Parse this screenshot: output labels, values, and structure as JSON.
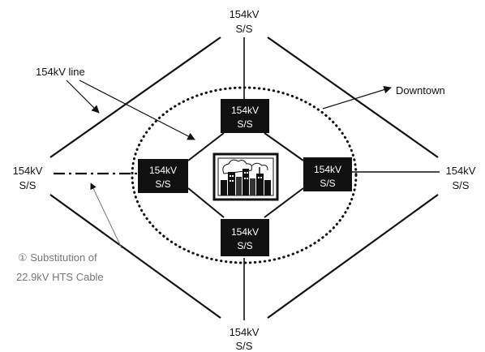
{
  "diagram": {
    "outer_substations": {
      "top": [
        "154kV",
        "S/S"
      ],
      "bottom": [
        "154kV",
        "S/S"
      ],
      "left": [
        "154kV",
        "S/S"
      ],
      "right": [
        "154kV",
        "S/S"
      ]
    },
    "inner_substations": {
      "top": [
        "154kV",
        "S/S"
      ],
      "bottom": [
        "154kV",
        "S/S"
      ],
      "left": [
        "154kV",
        "S/S"
      ],
      "right": [
        "154kV",
        "S/S"
      ]
    },
    "labels": {
      "line": "154kV line",
      "downtown": "Downtown",
      "substitution_line1": "① Substitution of",
      "substitution_line2": "22.9kV HTS Cable"
    },
    "icons": {
      "city": "city-skyline-icon"
    },
    "colors": {
      "line": "#111111",
      "box": "#111111",
      "box_text": "#ffffff",
      "annotation_grey": "#777777"
    }
  }
}
